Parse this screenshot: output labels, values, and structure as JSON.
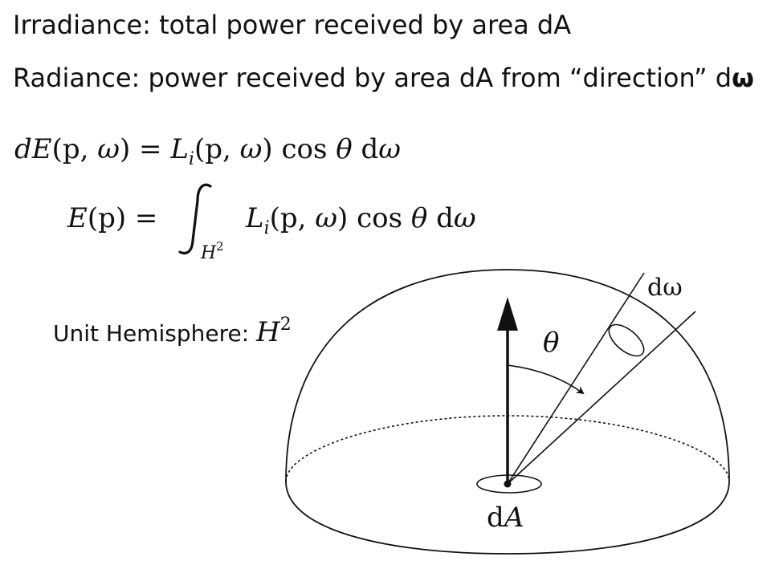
{
  "text": {
    "line1": "Irradiance: total power received by area dA",
    "line2_prefix": "Radiance: power received by area dA from “direction” d",
    "line2_omega": "ω"
  },
  "equations": {
    "eq1": {
      "lhs_d": "d",
      "lhs_E": "E",
      "lhs_args": "(p, ",
      "omega": "ω",
      "close": ")",
      "equals": " = ",
      "L": "L",
      "L_sub": "i",
      "rhs_args": "(p, ",
      "cos": " cos ",
      "theta": "θ",
      "d": " d"
    },
    "eq2": {
      "E": "E",
      "args": "(p) = ",
      "integral": "∫",
      "limit_H": "H",
      "limit_sup": "2",
      "L": "L",
      "L_sub": "i",
      "rhs_args": "(p, ",
      "omega": "ω",
      "close": ")",
      "cos": " cos ",
      "theta": "θ",
      "d": " d"
    }
  },
  "hemisphere": {
    "label": "Unit Hemisphere: ",
    "symbol": "H",
    "symbol_sup": "2"
  },
  "diagram": {
    "theta_label": "θ",
    "domega_label": "dω",
    "dA_label_d": "d",
    "dA_label_A": "A"
  }
}
